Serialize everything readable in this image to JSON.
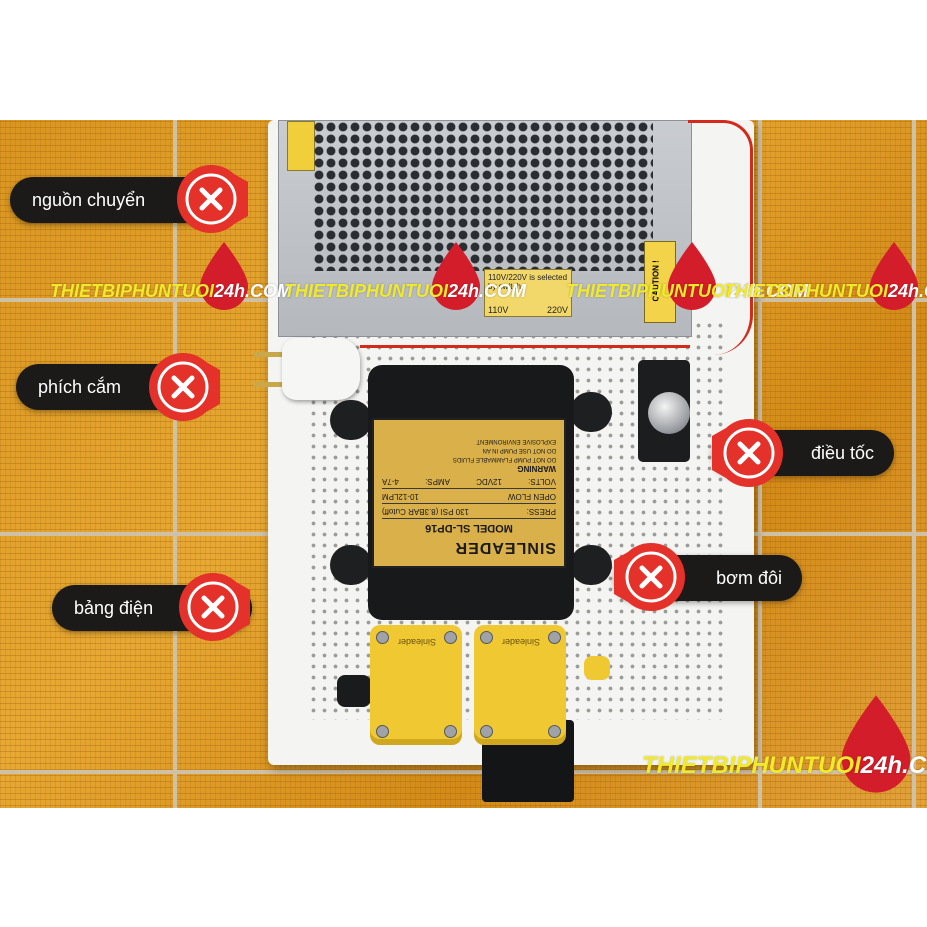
{
  "callouts": {
    "nguon": "nguồn chuyển",
    "phich": "phích cắm",
    "bang": "bảng điện",
    "dieu": "điều tốc",
    "bom": "bơm đôi"
  },
  "watermark": {
    "prefix": "THIETBIPHUNTUOI",
    "suffix": "24h.COM"
  },
  "psu": {
    "sticker_note": "110V/220V is selected by switch",
    "sticker_left": "110V",
    "sticker_right": "220V",
    "caution": "CAUTION !"
  },
  "pump": {
    "brand": "SINLEADER",
    "model": "MODEL SL-DP16",
    "volts_label": "VOLTS:",
    "volts_value": "12VDC",
    "amps_label": "AMPS:",
    "amps_value": "4-7A",
    "flow_label": "OPEN FLOW",
    "flow_value": "10-12LPM",
    "press_label": "PRESS:",
    "press_value": "130 PSI (8.3BAR Cutoff)",
    "warning": "WARNING",
    "note1": "DO NOT PUMP FLAMMABLE FLUIDS",
    "note2": "DO NOT USE PUMP IN AN",
    "note3": "EXPLOSIVE ENVIRONMENT",
    "head_text": "Sinleader"
  },
  "colors": {
    "tile": "#e3a232",
    "callout_bg": "#1b1a18",
    "badge_red": "#e4312a",
    "drop_red": "#d41d2a",
    "watermark_yellow": "#f1ea2a"
  },
  "icons": [
    "close-icon",
    "water-drop-icon"
  ]
}
